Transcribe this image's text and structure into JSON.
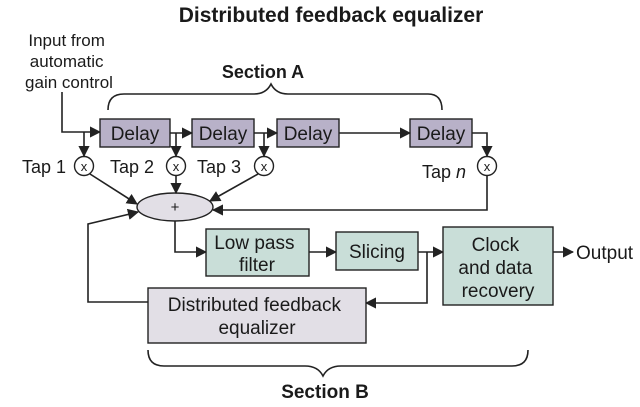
{
  "title": "Distributed feedback equalizer",
  "input_label": [
    "Input from",
    "automatic",
    "gain control"
  ],
  "section_a_label": "Section A",
  "section_b_label": "Section B",
  "delays": [
    "Delay",
    "Delay",
    "Delay",
    "Delay"
  ],
  "taps": {
    "tap1": "Tap 1",
    "tap2": "Tap 2",
    "tap3": "Tap 3",
    "tapn_prefix": "Tap ",
    "tapn_var": "n"
  },
  "multiply_symbol": "x",
  "adder_symbol": "+",
  "lowpass_label": [
    "Low pass",
    "filter"
  ],
  "slicing_label": "Slicing",
  "clock_label": [
    "Clock",
    "and data",
    "recovery"
  ],
  "output_label": "Output",
  "dfe_label": [
    "Distributed feedback",
    "equalizer"
  ],
  "colors": {
    "delay_fill": "#b8b1c8",
    "stage_fill": "#c9ded8",
    "dfe_fill": "#e2dfe6",
    "line": "#222222"
  }
}
